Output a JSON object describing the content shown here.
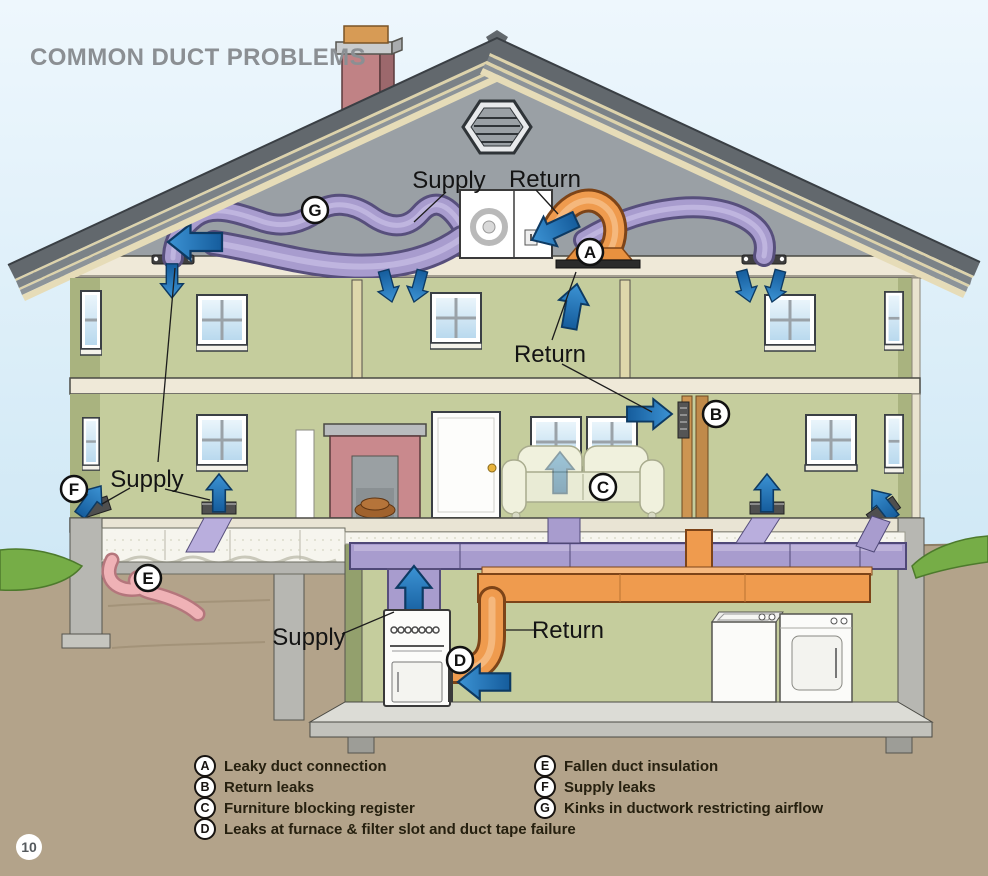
{
  "title": "COMMON DUCT PROBLEMS",
  "page_number": "10",
  "duct_labels": {
    "attic_supply": "Supply",
    "attic_return": "Return",
    "upper_return": "Return",
    "main_supply": "Supply",
    "basement_supply": "Supply",
    "basement_return": "Return"
  },
  "marker_letters": {
    "A": "A",
    "B": "B",
    "C": "C",
    "D": "D",
    "E": "E",
    "F": "F",
    "G": "G"
  },
  "legend": {
    "left": [
      {
        "letter": "A",
        "text": "Leaky duct connection"
      },
      {
        "letter": "B",
        "text": "Return leaks"
      },
      {
        "letter": "C",
        "text": "Furniture blocking register"
      },
      {
        "letter": "D",
        "text": "Leaks at furnace & filter slot and duct tape failure"
      }
    ],
    "right": [
      {
        "letter": "E",
        "text": "Fallen duct insulation"
      },
      {
        "letter": "F",
        "text": "Supply leaks"
      },
      {
        "letter": "G",
        "text": "Kinks in ductwork restricting airflow"
      }
    ]
  },
  "colors": {
    "supply_duct_purple": "#a89cce",
    "return_duct_orange": "#ef9b4e",
    "airflow_arrow_blue": "#1e76bd",
    "wall_green": "#c5cd9d",
    "roof_gray": "#62686d",
    "ground_tan": "#b3a38a",
    "sky_blue": "#d9ecf7",
    "title_gray": "#8b8f93"
  }
}
